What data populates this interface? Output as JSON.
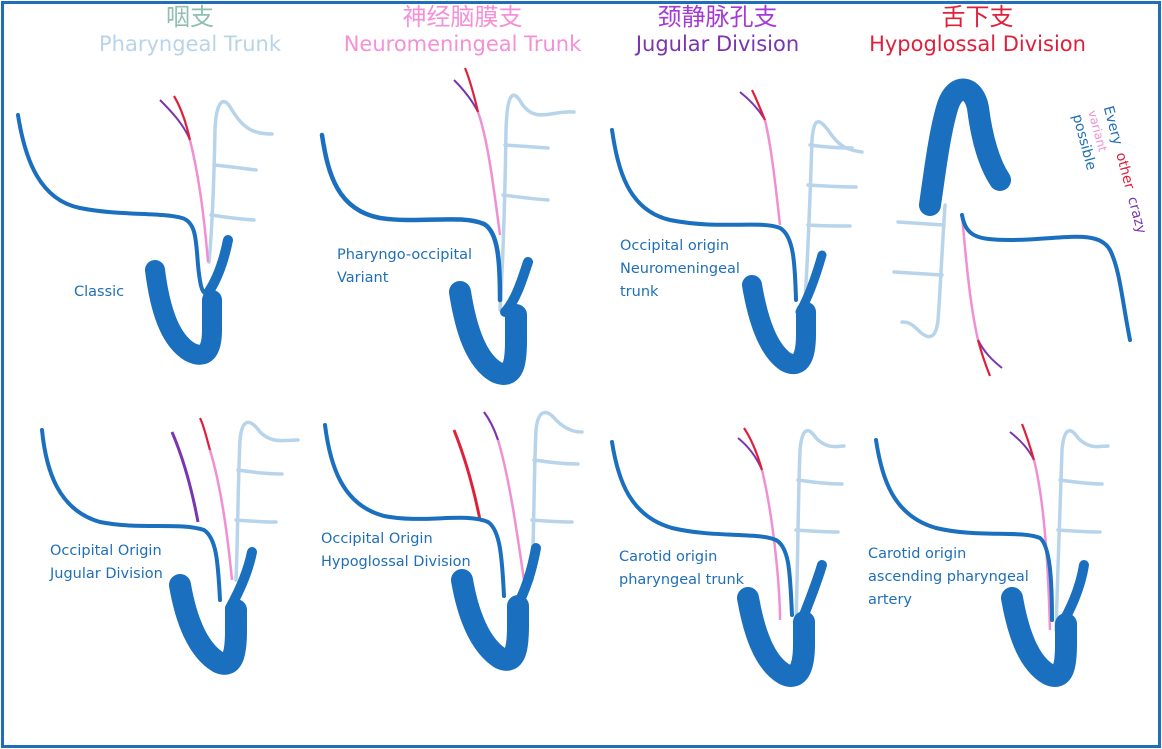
{
  "colors": {
    "border": "#1f6fb8",
    "main_artery": "#1a6fbe",
    "pharyngeal": "#b8d4ea",
    "neuromeningeal": "#f08fd4",
    "jugular": "#7a35b0",
    "hypoglossal": "#e0203a"
  },
  "headers": [
    {
      "zh": "咽支",
      "en": "Pharyngeal Trunk",
      "color_zh": "#8fbfb0",
      "color_en": "#b8d4ea"
    },
    {
      "zh": "神经脑膜支",
      "en": "Neuromeningeal Trunk",
      "color_zh": "#f58fd8",
      "color_en": "#f58fd8"
    },
    {
      "zh": "颈静脉孔支",
      "en": "Jugular Division",
      "color_zh": "#a53ad8",
      "color_en": "#7a35b0"
    },
    {
      "zh": "舌下支",
      "en": "Hypoglossal Division",
      "color_zh": "#e0203a",
      "color_en": "#e0203a"
    }
  ],
  "labels": {
    "classic": "Classic",
    "pharyngo_occipital": "Pharyngo-occipital\nVariant",
    "occipital_neuromeningeal": "Occipital origin\nNeuromeningeal\ntrunk",
    "occipital_jugular": "Occipital Origin\nJugular Division",
    "occipital_hypoglossal": "Occipital Origin\nHypoglossal Division",
    "carotid_pharyngeal": "Carotid origin\npharyngeal trunk",
    "carotid_ascending": "Carotid origin\nascending pharyngeal\nartery"
  },
  "rotated_note": {
    "line1": "Every",
    "line1b": "other",
    "line1c": "crazy",
    "line2": "variant",
    "line3": "possible"
  }
}
